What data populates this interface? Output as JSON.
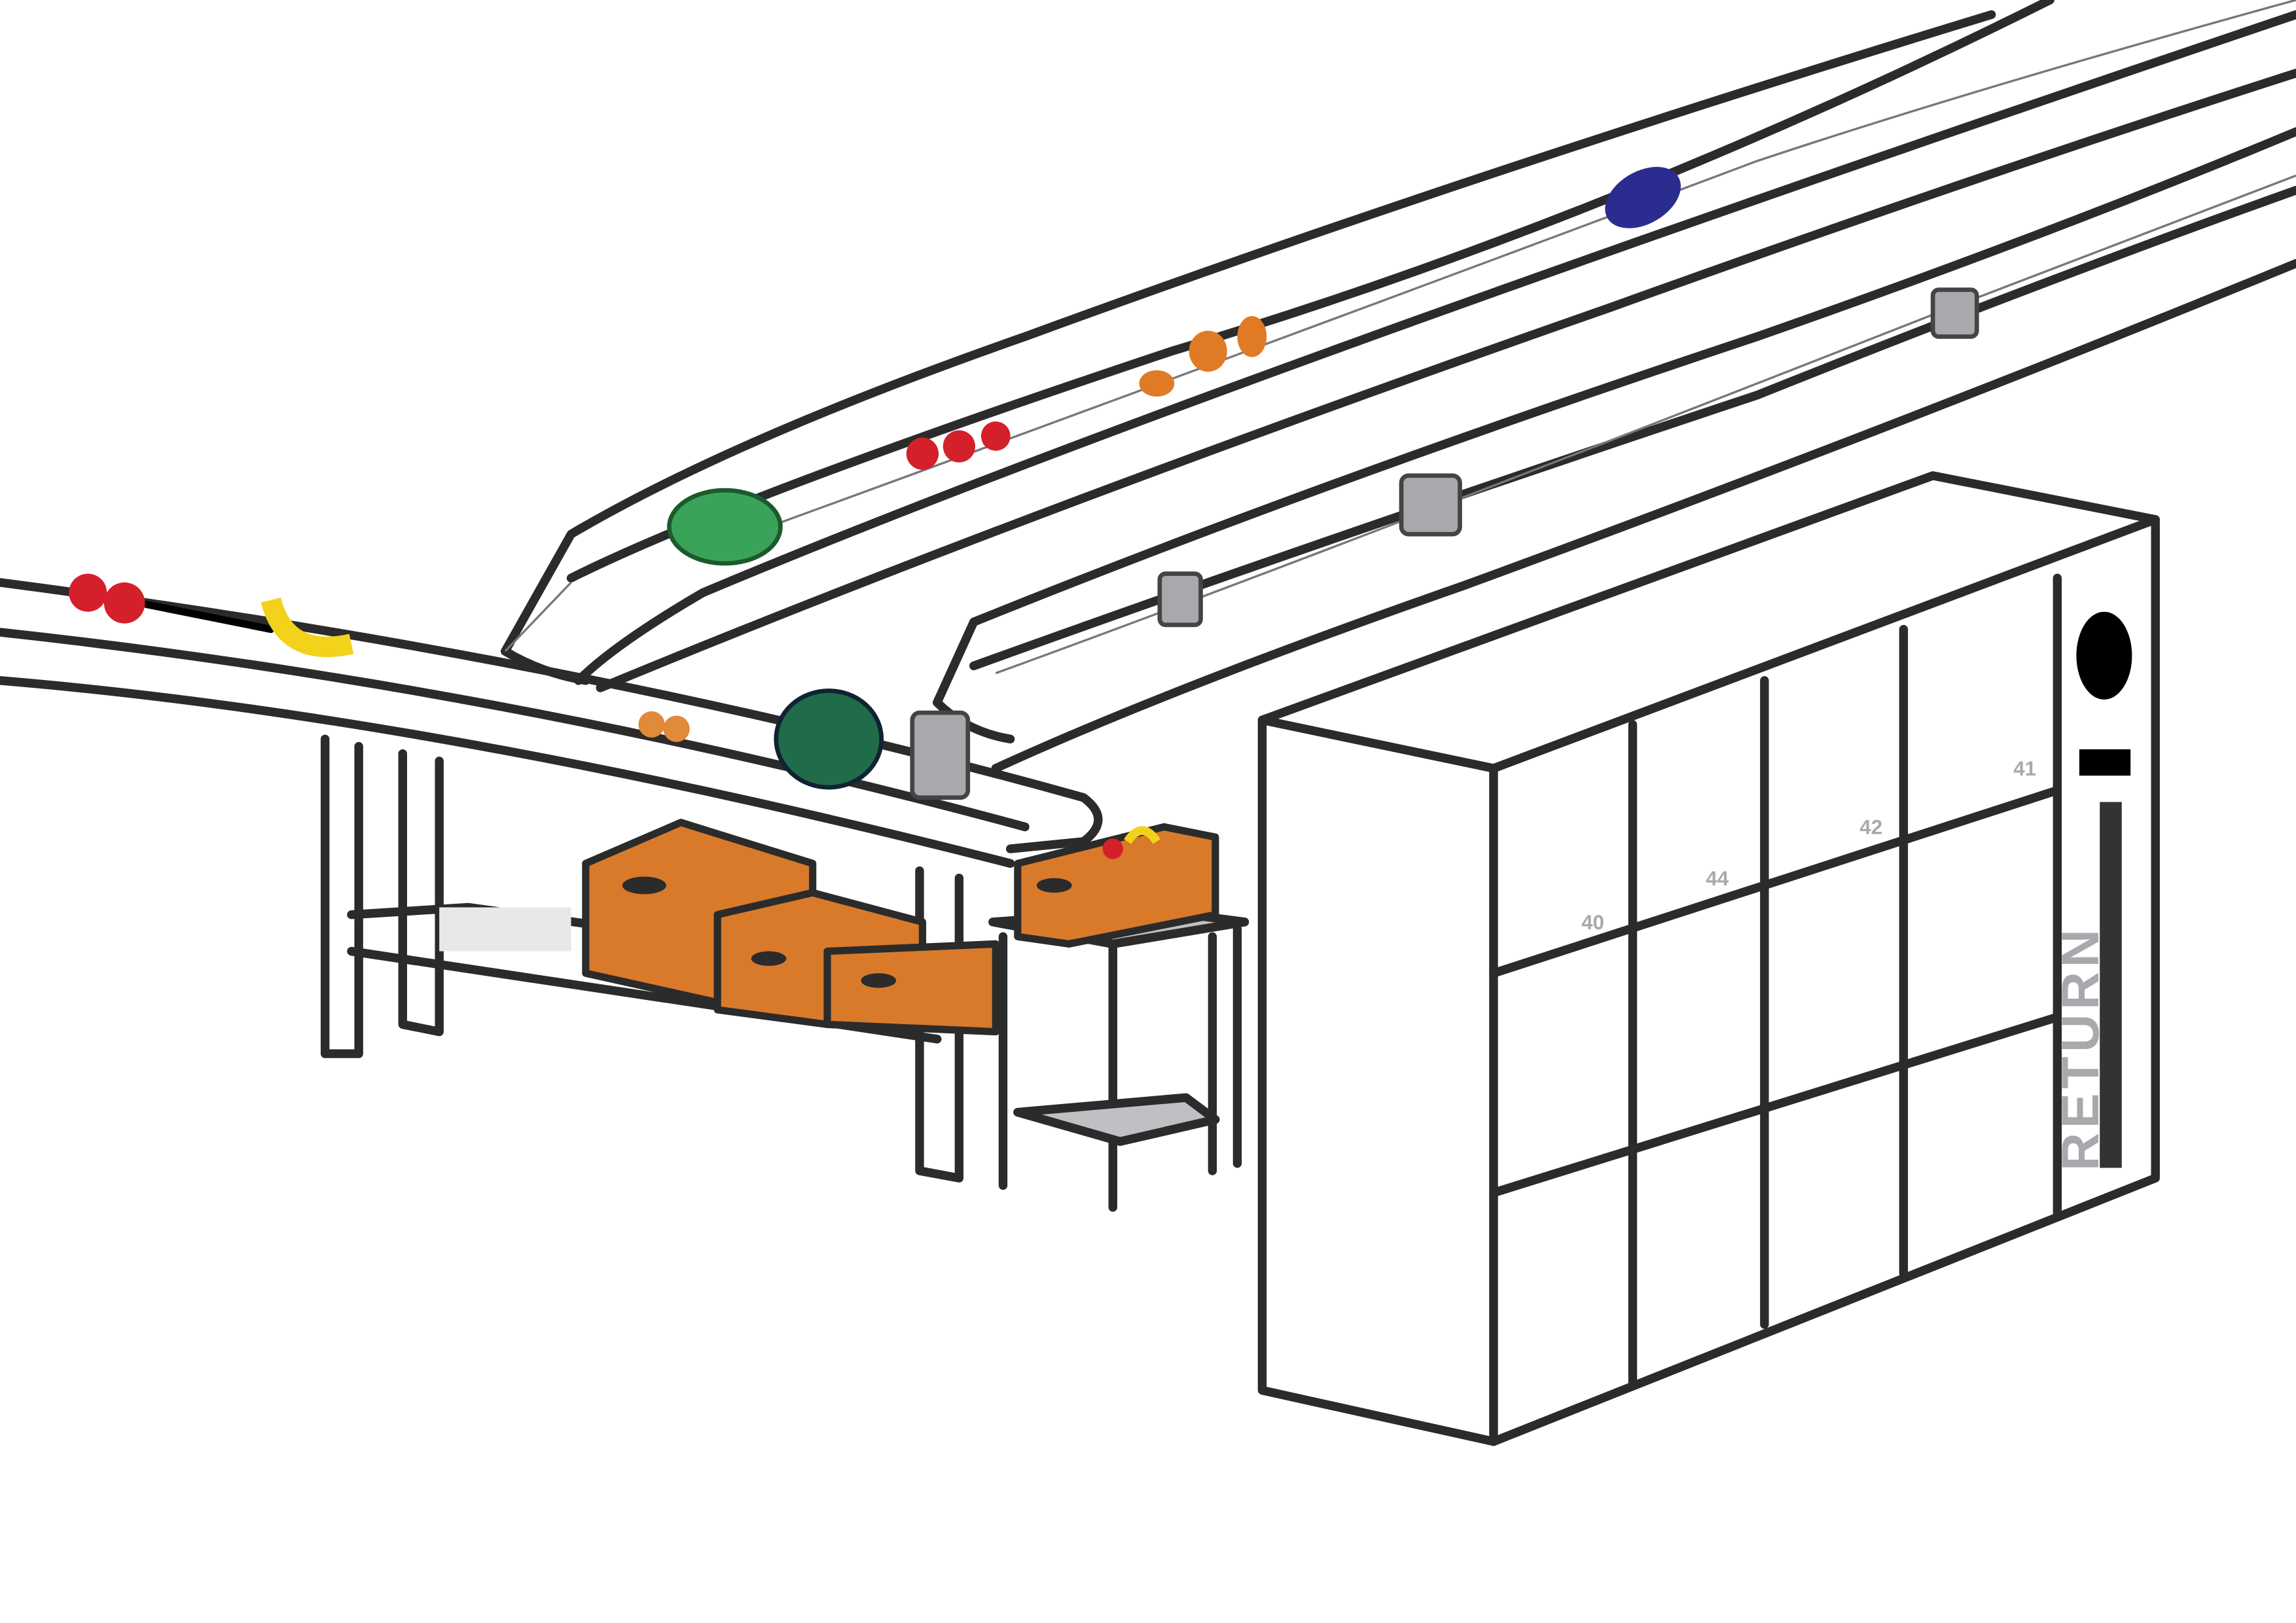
{
  "scene": {
    "locker": {
      "return_label": "RETURN",
      "compartment_numbers": [
        "40",
        "44",
        "42",
        "41"
      ]
    },
    "colors": {
      "outline": "#2b2b2b",
      "wood": "#d97a2b",
      "can": "#a8a9ad",
      "eggplant": "#2a2d8f",
      "watermelon": "#1f6b4a",
      "banana": "#f2d21a",
      "apple": "#d4202a"
    }
  }
}
